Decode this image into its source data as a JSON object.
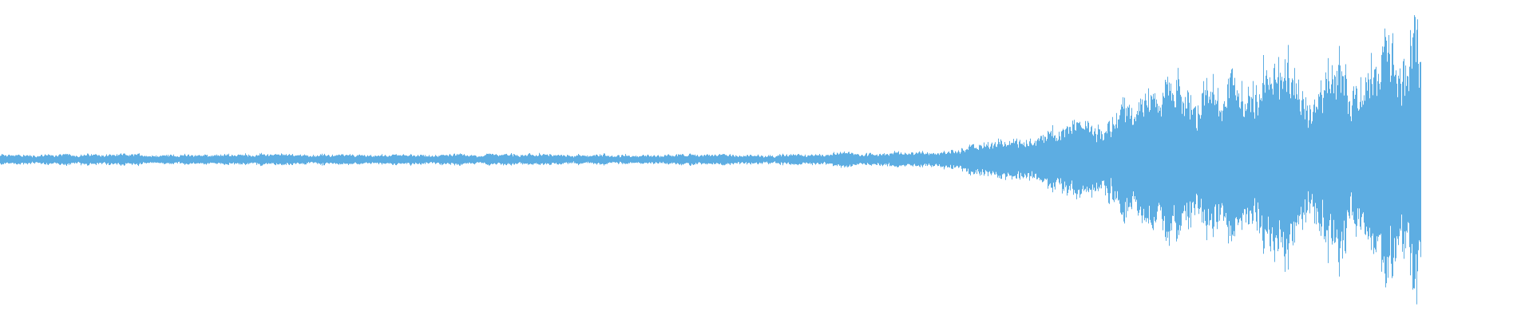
{
  "waveform": {
    "color": "#5DADE2",
    "background": "#FFFFFF",
    "amplitude_envelope": [
      {
        "t": 0.0,
        "amp": 0.025
      },
      {
        "t": 0.55,
        "amp": 0.025
      },
      {
        "t": 0.66,
        "amp": 0.04
      },
      {
        "t": 0.73,
        "amp": 0.12
      },
      {
        "t": 0.79,
        "amp": 0.28
      },
      {
        "t": 0.85,
        "amp": 0.4
      },
      {
        "t": 0.9,
        "amp": 0.45
      },
      {
        "t": 0.95,
        "amp": 0.5
      },
      {
        "t": 1.0,
        "amp": 0.56
      }
    ],
    "end_fraction": 0.927
  }
}
